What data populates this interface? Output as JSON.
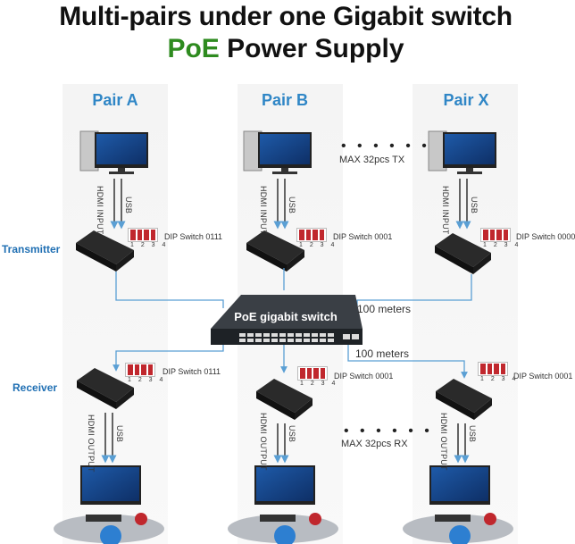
{
  "title_line1": "Multi-pairs under one Gigabit switch",
  "title_line2_poe": "PoE",
  "title_line2_rest": " Power Supply",
  "pairs": [
    "Pair A",
    "Pair B",
    "Pair X"
  ],
  "side_labels": {
    "transmitter": "Transmitter",
    "receiver": "Receiver"
  },
  "tx": {
    "hdmi": "HDMI INPUT",
    "usb": "USB",
    "max": "MAX 32pcs TX",
    "dip": [
      "DIP Switch 0111",
      "DIP Switch 0001",
      "DIP Switch 0000"
    ]
  },
  "rx": {
    "hdmi": "HDMI OUTPUT",
    "usb": "USB",
    "max": "MAX 32pcs RX",
    "dip": [
      "DIP Switch 0111",
      "DIP Switch 0001",
      "DIP Switch 0001"
    ]
  },
  "dip_numbers": "1 2 3 4",
  "switch_label": "PoE gigabit switch",
  "distances": [
    "100 meters",
    "100 meters"
  ],
  "dots": "• • • • • •",
  "colors": {
    "pair_label": "#2f86c6",
    "poe": "#2e8b1f",
    "dip": "#c0272d",
    "line": "#5a9fd4"
  }
}
